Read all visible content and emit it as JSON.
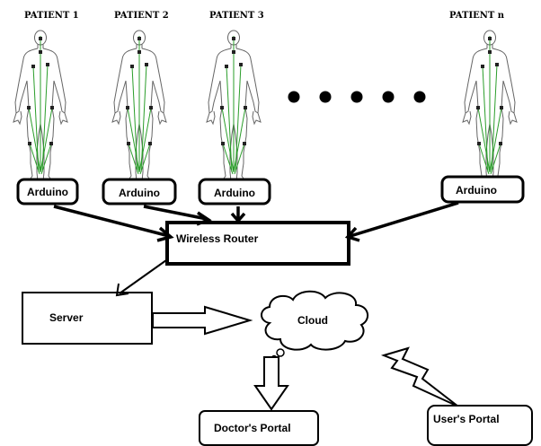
{
  "patients": [
    {
      "label": "PATIENT 1"
    },
    {
      "label": "PATIENT 2"
    },
    {
      "label": "PATIENT 3"
    },
    {
      "label": "PATIENT n"
    }
  ],
  "arduinos": [
    {
      "label": "Arduino"
    },
    {
      "label": "Arduino"
    },
    {
      "label": "Arduino"
    },
    {
      "label": "Arduino"
    }
  ],
  "router": {
    "label": "Wireless Router"
  },
  "server": {
    "label": "Server"
  },
  "cloud": {
    "label": "Cloud"
  },
  "doctor_portal": {
    "label": "Doctor's Portal"
  },
  "user_portal": {
    "label": "User's Portal"
  }
}
